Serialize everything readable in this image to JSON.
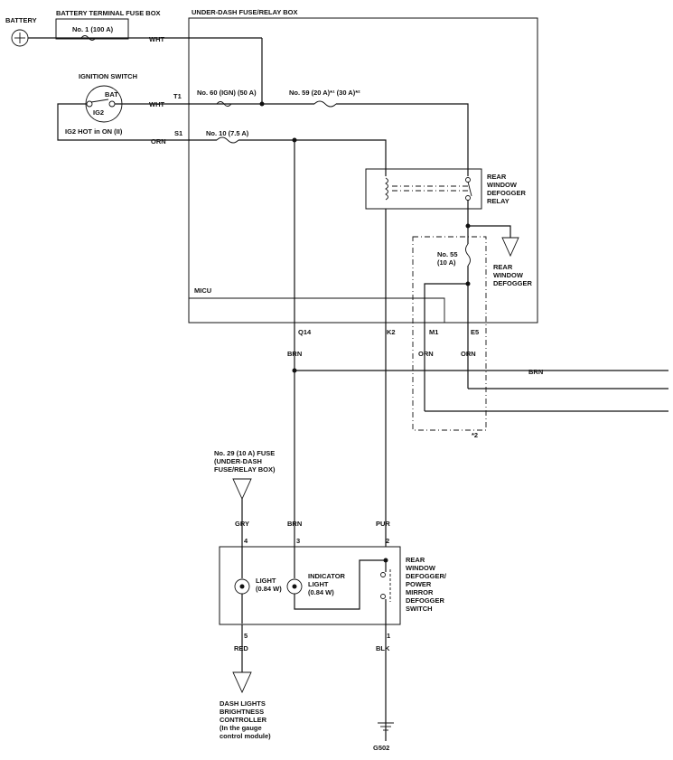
{
  "labels": {
    "battery": "BATTERY",
    "battery_fuse_box": "BATTERY TERMINAL FUSE BOX",
    "fuse_no1": "No. 1 (100 A)",
    "wht1": "WHT",
    "under_dash_box": "UNDER-DASH FUSE/RELAY BOX",
    "ignition_switch": "IGNITION SWITCH",
    "bat": "BAT",
    "ig2": "IG2",
    "ig2_hot": "IG2 HOT in ON (II)",
    "t1": "T1",
    "wht2": "WHT",
    "s1": "S1",
    "orn_s1": "ORN",
    "fuse_no60": "No. 60 (IGN) (50 A)",
    "fuse_no59": "No. 59 (20 A)*¹ (30 A)*²",
    "fuse_no10": "No. 10 (7.5 A)",
    "relay_l1": "REAR",
    "relay_l2": "WINDOW",
    "relay_l3": "DEFOGGER",
    "relay_l4": "RELAY",
    "fuse_no55_l1": "No. 55",
    "fuse_no55_l2": "(10 A)",
    "defogger_l1": "REAR",
    "defogger_l2": "WINDOW",
    "defogger_l3": "DEFOGGER",
    "micu": "MICU",
    "q14": "Q14",
    "k2": "K2",
    "m1": "M1",
    "e5": "E5",
    "brn_q14": "BRN",
    "orn_m1": "ORN",
    "orn_e5": "ORN",
    "brn_right": "BRN",
    "note2": "*2",
    "fuse29_l1": "No. 29 (10 A) FUSE",
    "fuse29_l2": "(UNDER-DASH",
    "fuse29_l3": "FUSE/RELAY BOX)",
    "gry": "GRY",
    "brn_sw": "BRN",
    "pur": "PUR",
    "pin4": "4",
    "pin3": "3",
    "pin2": "2",
    "light_l1": "LIGHT",
    "light_l2": "(0.84 W)",
    "ind_l1": "INDICATOR",
    "ind_l2": "LIGHT",
    "ind_l3": "(0.84 W)",
    "switch_l1": "REAR",
    "switch_l2": "WINDOW",
    "switch_l3": "DEFOGGER/",
    "switch_l4": "POWER",
    "switch_l5": "MIRROR",
    "switch_l6": "DEFOGGER",
    "switch_l7": "SWITCH",
    "pin5": "5",
    "pin1": "1",
    "red": "RED",
    "blk": "BLK",
    "dash_l1": "DASH LIGHTS",
    "dash_l2": "BRIGHTNESS",
    "dash_l3": "CONTROLLER",
    "dash_l4": "(In the gauge",
    "dash_l5": "control module)",
    "ground": "G502"
  }
}
